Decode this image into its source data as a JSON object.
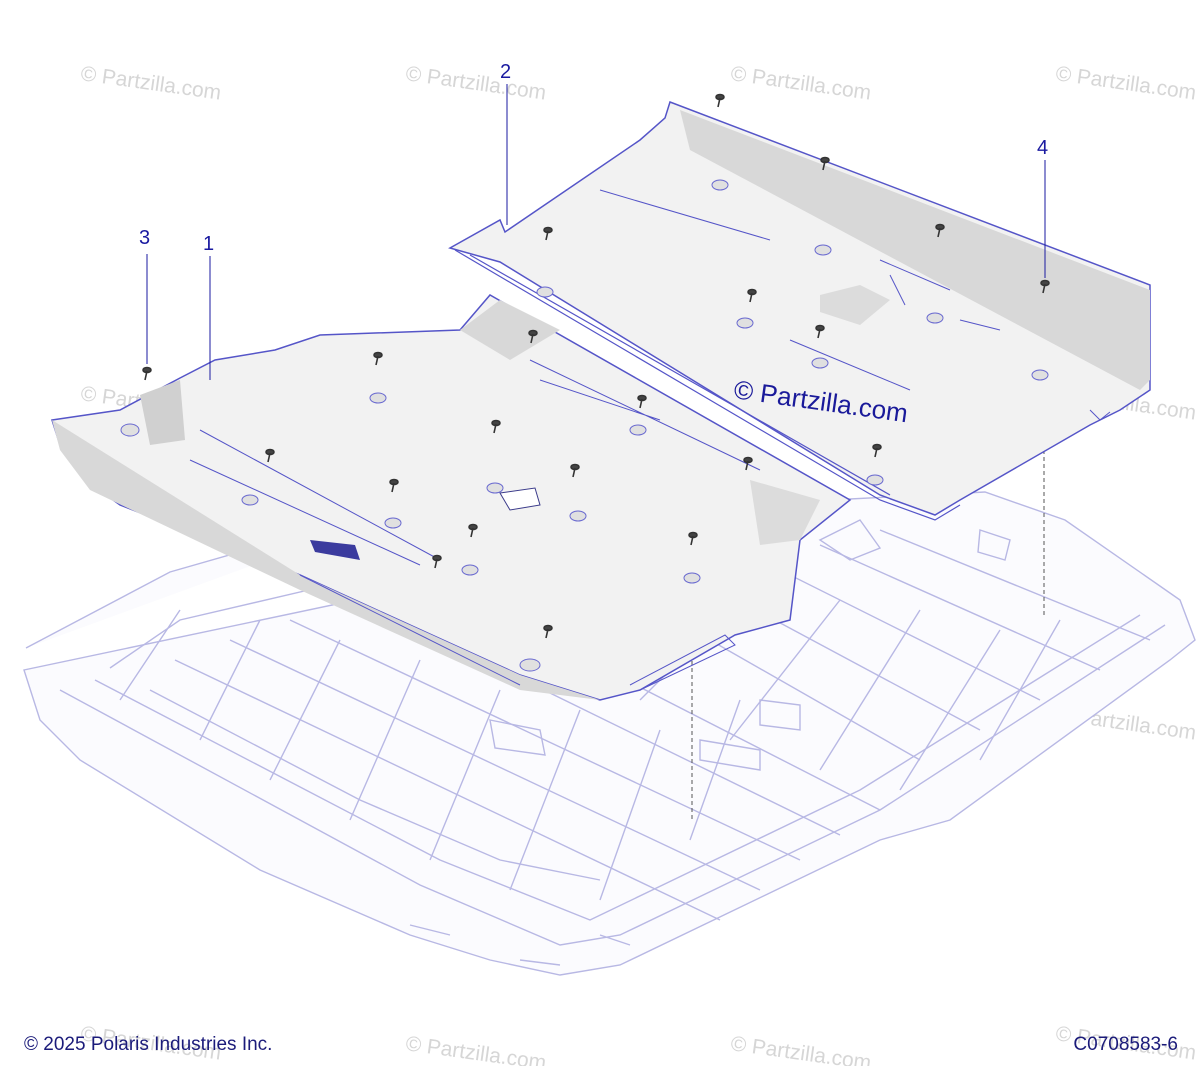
{
  "watermark_text": "© Partzilla.com",
  "center_watermark": "© Partzilla.com",
  "callouts": [
    {
      "id": "1",
      "label": "1"
    },
    {
      "id": "2",
      "label": "2"
    },
    {
      "id": "3",
      "label": "3"
    },
    {
      "id": "4",
      "label": "4"
    }
  ],
  "footer": {
    "copyright": "© 2025 Polaris Industries Inc.",
    "diagram_id": "C0708583-6"
  },
  "colors": {
    "line": "#5555c8",
    "part_fill": "#f2f2f2",
    "shadow_fill": "#d8d8d8",
    "tub_line": "#b8b8e4",
    "callout_text": "#1a1aa0"
  }
}
